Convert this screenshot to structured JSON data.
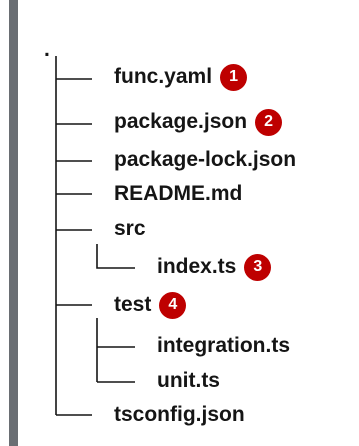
{
  "tree": {
    "root": ".",
    "entries": [
      {
        "name": "func.yaml",
        "callout": "1"
      },
      {
        "name": "package.json",
        "callout": "2"
      },
      {
        "name": "package-lock.json",
        "callout": null
      },
      {
        "name": "README.md",
        "callout": null
      },
      {
        "name": "src",
        "callout": null
      },
      {
        "name": "index.ts",
        "callout": "3"
      },
      {
        "name": "test",
        "callout": "4"
      },
      {
        "name": "integration.ts",
        "callout": null
      },
      {
        "name": "unit.ts",
        "callout": null
      },
      {
        "name": "tsconfig.json",
        "callout": null
      }
    ]
  },
  "colors": {
    "callout_bg": "#be0000",
    "text": "#151515",
    "left_bar": "#6a6e73"
  }
}
